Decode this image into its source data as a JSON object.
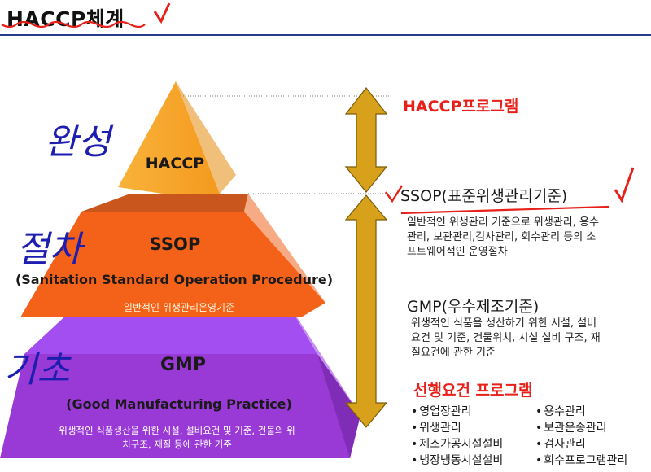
{
  "title": "HACCP체계",
  "handwriting": {
    "top": "완성",
    "middle": "절차",
    "bottom": "기초"
  },
  "pyramid": {
    "top": {
      "label": "HACCP"
    },
    "middle": {
      "label": "SSOP",
      "full": "(Sanitation Standard Operation Procedure)",
      "desc": "일반적인 위생관리운영기준"
    },
    "bottom": {
      "label": "GMP",
      "full": "(Good Manufacturing Practice)",
      "desc_line1": "위생적인 식품생산을 위한 시설, 설비요건 및 기준, 건물의 위",
      "desc_line2": "치구조, 재질 등에 관한 기준"
    }
  },
  "right": {
    "haccp_program": "HACCP프로그램",
    "ssop_title": "SSOP(표준위생관리기준)",
    "ssop_desc": [
      "일반적인 위생관리 기준으로 위생관리, 용수",
      "관리, 보관관리,검사관리, 회수관리 등의 소",
      "프트웨어적인 운영절차"
    ],
    "gmp_title": "GMP(우수제조기준)",
    "gmp_desc": [
      "위생적인 식품을 생산하기 위한 시설, 설비",
      "요건 및 기준, 건물위치, 시설 설비 구조, 재",
      "질요건에 관한 기준"
    ],
    "prereq_title": "선행요건 프로그램",
    "prereq_left": [
      "영업장관리",
      "위생관리",
      "제조가공시설설비",
      "냉장냉동시설설비"
    ],
    "prereq_right": [
      "용수관리",
      "보관운송관리",
      "검사관리",
      "회수프로그램관리"
    ]
  },
  "colors": {
    "top": "#f8a42a",
    "middle": "#f4641c",
    "bottom": "#9932d8",
    "arrow": "#d9a21a",
    "red": "#e8201a",
    "ink": "#1d1db0"
  }
}
